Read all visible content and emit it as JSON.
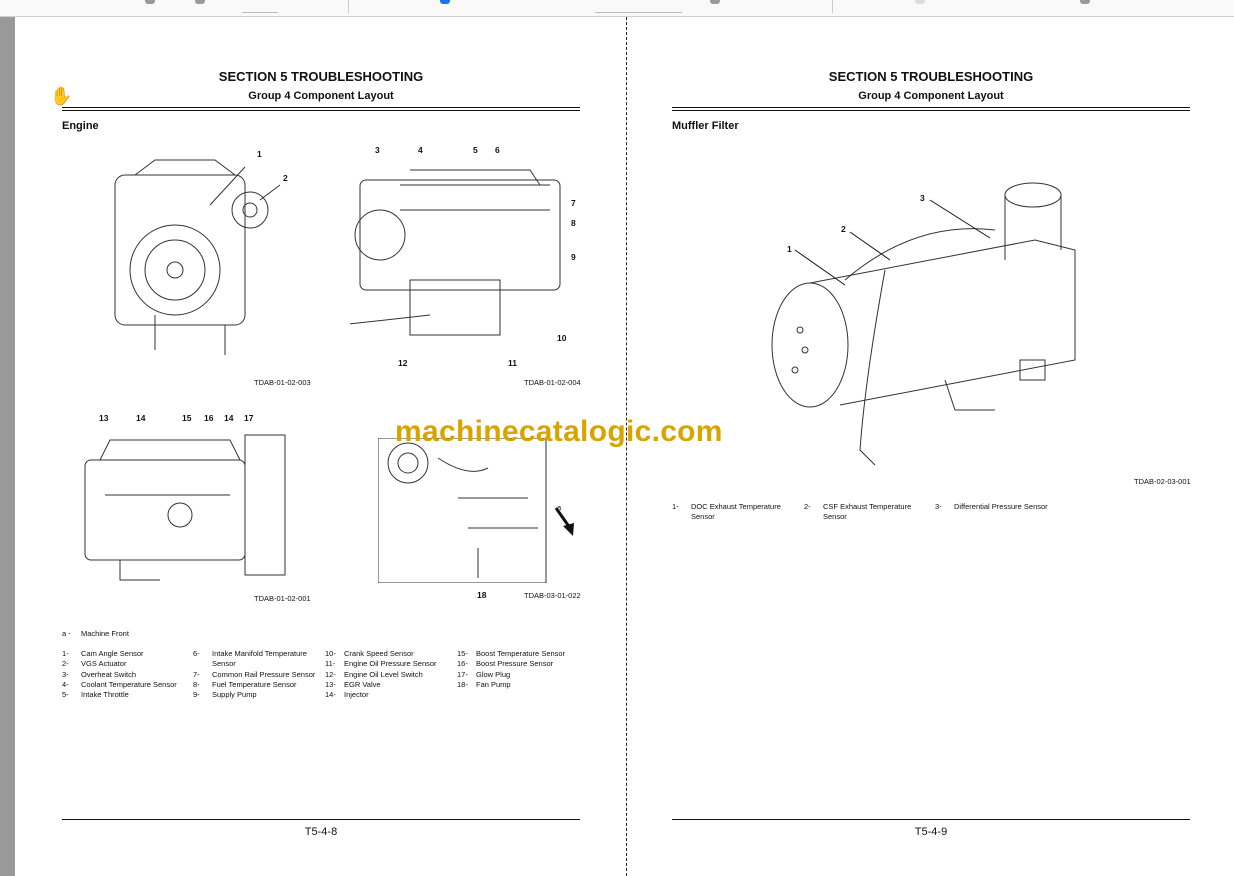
{
  "left_page": {
    "section_title": "SECTION 5 TROUBLESHOOTING",
    "group_title": "Group 4 Component Layout",
    "subheading": "Engine",
    "figures": [
      {
        "code": "TDAB-01-02-003",
        "callouts": [
          "1",
          "2"
        ]
      },
      {
        "code": "TDAB-01-02-004",
        "callouts": [
          "3",
          "4",
          "5",
          "6",
          "7",
          "8",
          "9",
          "10",
          "11",
          "12"
        ]
      },
      {
        "code": "TDAB-01-02-001",
        "callouts": [
          "13",
          "14",
          "15",
          "16",
          "14",
          "17"
        ]
      },
      {
        "code": "TDAB-03-01-022",
        "callouts": [
          "18",
          "a"
        ]
      }
    ],
    "note": {
      "key": "a -",
      "text": "Machine Front"
    },
    "legend": [
      [
        {
          "n": "1-",
          "t": "Cam Angle Sensor"
        },
        {
          "n": "2-",
          "t": "VGS Actuator"
        },
        {
          "n": "3-",
          "t": "Overheat Switch"
        },
        {
          "n": "4-",
          "t": "Coolant Temperature Sensor"
        },
        {
          "n": "5-",
          "t": "Intake Throttle"
        }
      ],
      [
        {
          "n": "6-",
          "t": "Intake Manifold Temperature Sensor"
        },
        {
          "n": "7-",
          "t": "Common Rail Pressure Sensor"
        },
        {
          "n": "8-",
          "t": "Fuel Temperature Sensor"
        },
        {
          "n": "9-",
          "t": "Supply Pump"
        }
      ],
      [
        {
          "n": "10-",
          "t": "Crank Speed Sensor"
        },
        {
          "n": "11-",
          "t": "Engine Oil Pressure Sensor"
        },
        {
          "n": "12-",
          "t": "Engine Oil Level Switch"
        },
        {
          "n": "13-",
          "t": "EGR Valve"
        },
        {
          "n": "14-",
          "t": "Injector"
        }
      ],
      [
        {
          "n": "15-",
          "t": "Boost Temperature Sensor"
        },
        {
          "n": "16-",
          "t": "Boost Pressure Sensor"
        },
        {
          "n": "17-",
          "t": "Glow Plug"
        },
        {
          "n": "18-",
          "t": "Fan Pump"
        }
      ]
    ],
    "page_number": "T5-4-8"
  },
  "right_page": {
    "section_title": "SECTION 5 TROUBLESHOOTING",
    "group_title": "Group 4 Component Layout",
    "subheading": "Muffler Filter",
    "figure": {
      "code": "TDAB-02-03-001",
      "callouts": [
        "1",
        "2",
        "3"
      ]
    },
    "legend": [
      {
        "n": "1-",
        "t": "DOC Exhaust Temperature Sensor"
      },
      {
        "n": "2-",
        "t": "CSF Exhaust Temperature Sensor"
      },
      {
        "n": "3-",
        "t": "Differential Pressure Sensor"
      }
    ],
    "page_number": "T5-4-9"
  },
  "watermark": "machinecatalogic.com",
  "cursor_icon": "hand-cursor-icon"
}
